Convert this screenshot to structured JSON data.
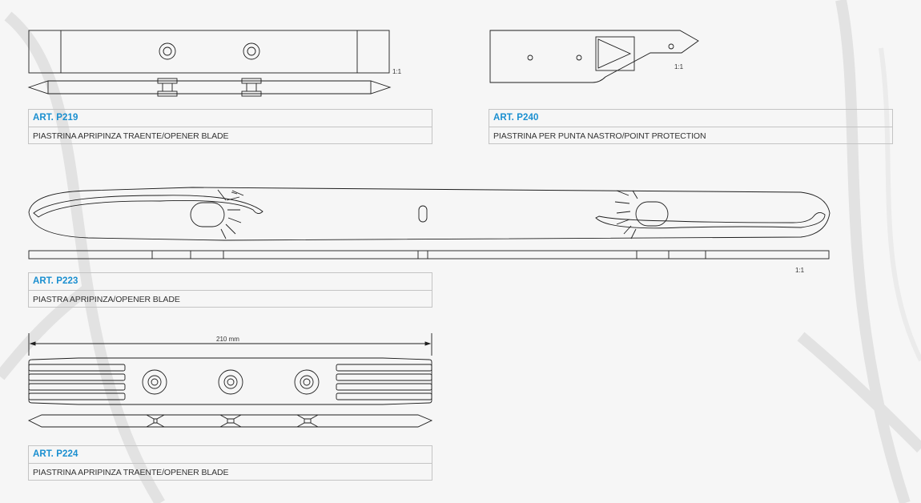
{
  "products": [
    {
      "code": "ART. P219",
      "description": "PIASTRINA APRIPINZA TRAENTE/OPENER BLADE",
      "scale": "1:1"
    },
    {
      "code": "ART. P240",
      "description": "PIASTRINA PER PUNTA NASTRO/POINT PROTECTION",
      "scale": "1:1"
    },
    {
      "code": "ART. P223",
      "description": "PIASTRA APRIPINZA/OPENER BLADE",
      "scale": "1:1"
    },
    {
      "code": "ART. P224",
      "description": "PIASTRINA APRIPINZA TRAENTE/OPENER BLADE",
      "dimension": "210 mm"
    }
  ],
  "colors": {
    "accent": "#1a8fd0",
    "line": "#1e1e1e",
    "border": "#c4c4c4"
  }
}
